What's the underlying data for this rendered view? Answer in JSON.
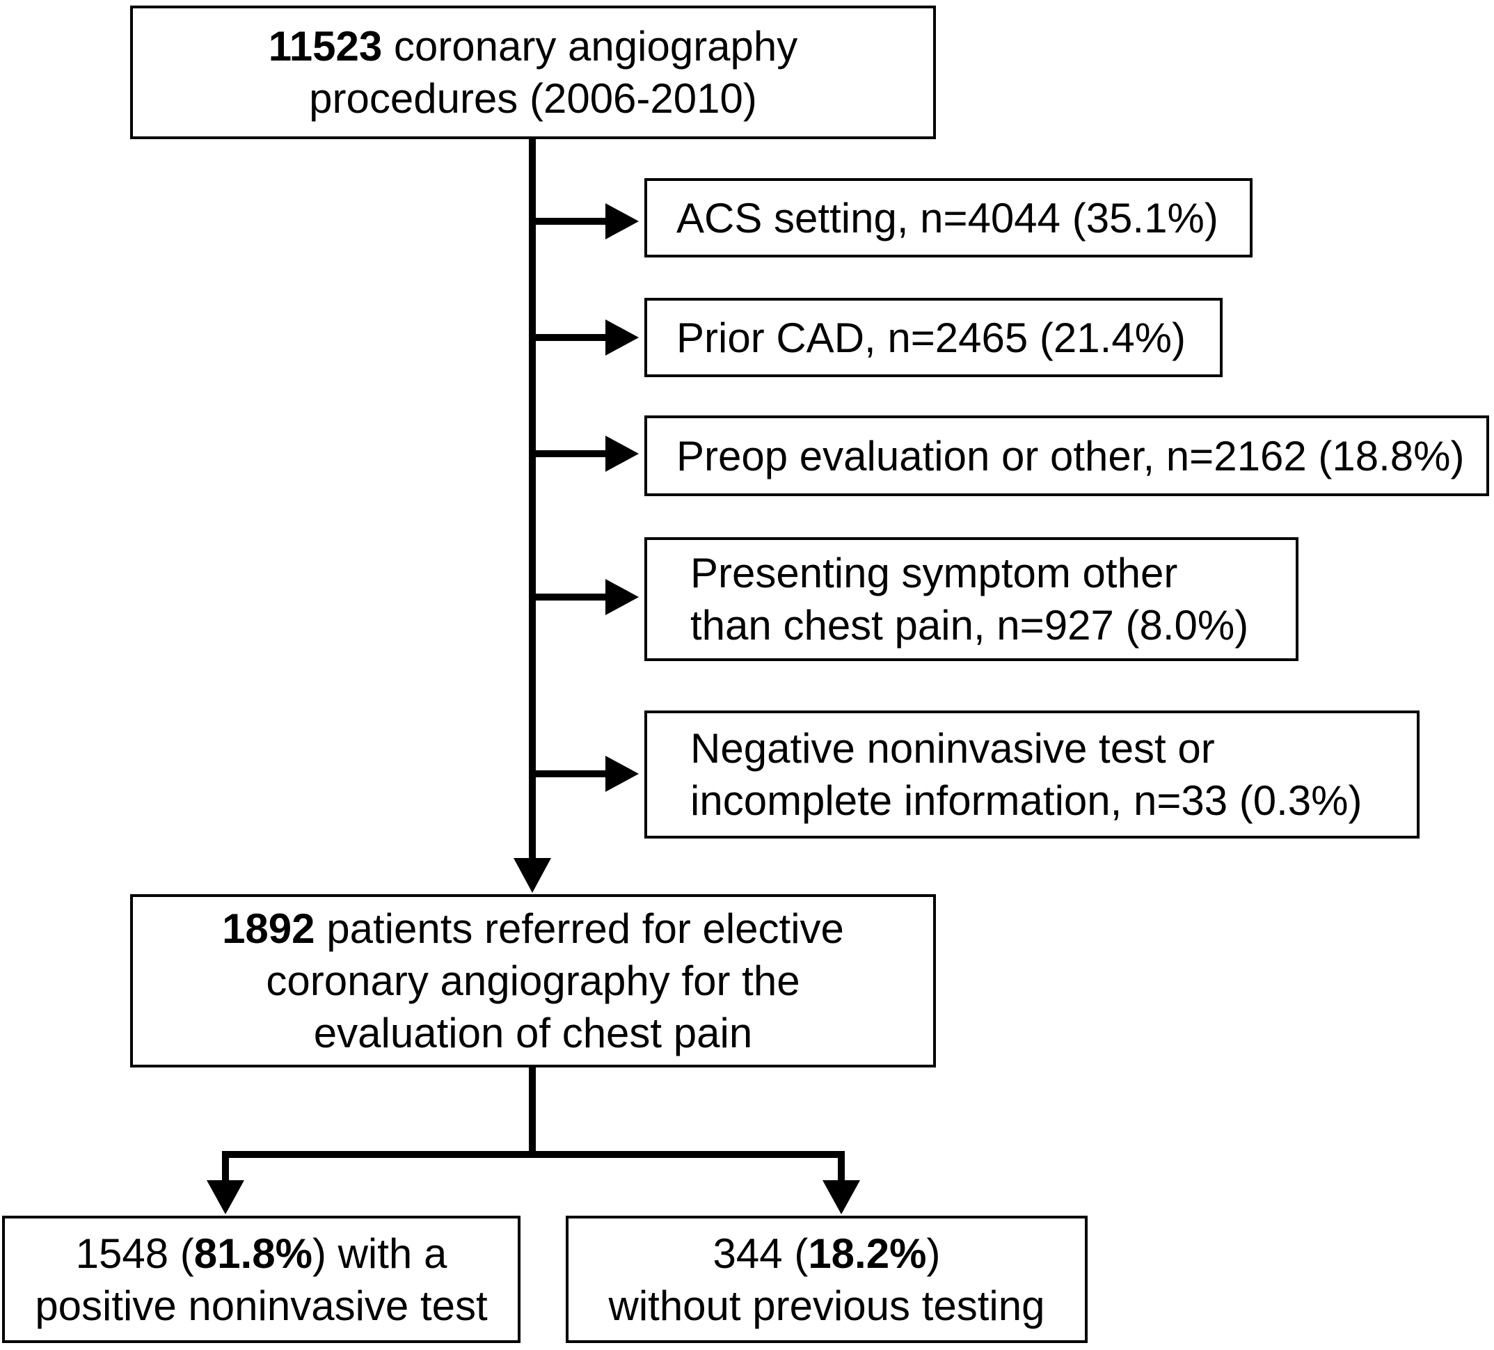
{
  "flowchart": {
    "colors": {
      "line": "#000000",
      "text": "#000000",
      "background": "#ffffff"
    },
    "top_box": {
      "count": "11523",
      "line1_rest": " coronary angiography",
      "line2": "procedures (2006-2010)"
    },
    "exclusions": [
      {
        "id": "acs",
        "lines": [
          "ACS setting, n=4044 (35.1%)"
        ]
      },
      {
        "id": "prior-cad",
        "lines": [
          "Prior CAD, n=2465 (21.4%)"
        ]
      },
      {
        "id": "preop",
        "lines": [
          "Preop evaluation or other, n=2162 (18.8%)"
        ]
      },
      {
        "id": "other-symptom",
        "lines": [
          "Presenting symptom other",
          "than chest pain, n=927 (8.0%)"
        ]
      },
      {
        "id": "negative-test",
        "lines": [
          "Negative noninvasive test or",
          "incomplete information, n=33 (0.3%)"
        ]
      }
    ],
    "cohort_box": {
      "count": "1892",
      "line1_rest": " patients referred for elective",
      "line2": "coronary angiography for the",
      "line3": "evaluation of chest pain"
    },
    "outcome_left": {
      "line1_pre": "1548 (",
      "percent": "81.8%",
      "line1_post": ") with a",
      "line2": "positive noninvasive test"
    },
    "outcome_right": {
      "line1_pre": "344 (",
      "percent": "18.2%",
      "line1_post": ")",
      "line2": "without previous testing"
    }
  }
}
